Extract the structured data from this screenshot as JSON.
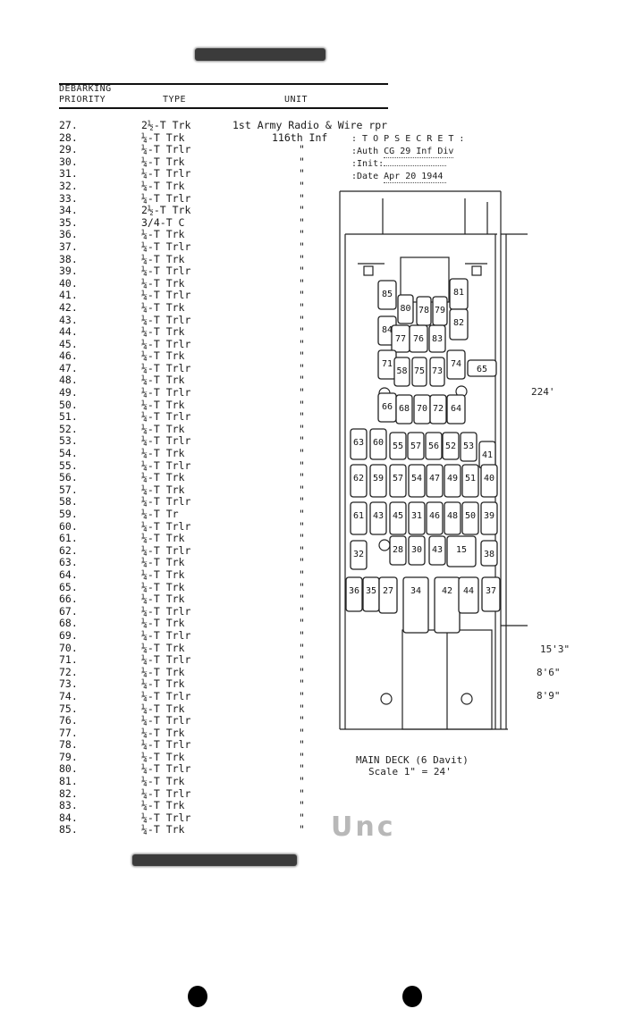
{
  "header": {
    "classification_redacted": "T O P  S E C R E T",
    "col_priority_line1": "DEBARKING",
    "col_priority_line2": "PRIORITY",
    "col_type": "TYPE",
    "col_unit": "UNIT"
  },
  "rows": [
    {
      "pri": "27.",
      "type": "2½-T Trk",
      "unit": "1st Army Radio & Wire rpr"
    },
    {
      "pri": "28.",
      "type": "¼-T Trk",
      "unit": "116th Inf"
    },
    {
      "pri": "29.",
      "type": "¼-T Trlr",
      "unit": "\""
    },
    {
      "pri": "30.",
      "type": "¼-T Trk",
      "unit": "\""
    },
    {
      "pri": "31.",
      "type": "¼-T Trlr",
      "unit": "\""
    },
    {
      "pri": "32.",
      "type": "¼-T Trk",
      "unit": "\""
    },
    {
      "pri": "33.",
      "type": "¼-T Trlr",
      "unit": "\""
    },
    {
      "pri": "34.",
      "type": "2½-T Trk",
      "unit": "\""
    },
    {
      "pri": "35.",
      "type": "3/4-T C",
      "unit": "\""
    },
    {
      "pri": "36.",
      "type": "¼-T Trk",
      "unit": "\""
    },
    {
      "pri": "37.",
      "type": "¼-T Trlr",
      "unit": "\""
    },
    {
      "pri": "38.",
      "type": "¼-T Trk",
      "unit": "\""
    },
    {
      "pri": "39.",
      "type": "¼-T Trlr",
      "unit": "\""
    },
    {
      "pri": "40.",
      "type": "¼-T Trk",
      "unit": "\""
    },
    {
      "pri": "41.",
      "type": "¼-T Trlr",
      "unit": "\""
    },
    {
      "pri": "42.",
      "type": "¼-T Trk",
      "unit": "\""
    },
    {
      "pri": "43.",
      "type": "¼-T Trlr",
      "unit": "\""
    },
    {
      "pri": "44.",
      "type": "¼-T Trk",
      "unit": "\""
    },
    {
      "pri": "45.",
      "type": "¼-T Trlr",
      "unit": "\""
    },
    {
      "pri": "46.",
      "type": "¼-T Trk",
      "unit": "\""
    },
    {
      "pri": "47.",
      "type": "¼-T Trlr",
      "unit": "\""
    },
    {
      "pri": "48.",
      "type": "¼-T Trk",
      "unit": "\""
    },
    {
      "pri": "49.",
      "type": "¼-T Trlr",
      "unit": "\""
    },
    {
      "pri": "50.",
      "type": "¼-T Trk",
      "unit": "\""
    },
    {
      "pri": "51.",
      "type": "¼-T Trlr",
      "unit": "\""
    },
    {
      "pri": "52.",
      "type": "¼-T Trk",
      "unit": "\""
    },
    {
      "pri": "53.",
      "type": "¼-T Trlr",
      "unit": "\""
    },
    {
      "pri": "54.",
      "type": "¼-T Trk",
      "unit": "\""
    },
    {
      "pri": "55.",
      "type": "¼-T Trlr",
      "unit": "\""
    },
    {
      "pri": "56.",
      "type": "¼-T Trk",
      "unit": "\""
    },
    {
      "pri": "57.",
      "type": "¼-T Trk",
      "unit": "\""
    },
    {
      "pri": "58.",
      "type": "¼-T Trlr",
      "unit": "\""
    },
    {
      "pri": "59.",
      "type": "¼-T Tr",
      "unit": "\""
    },
    {
      "pri": "60.",
      "type": "¼-T Trlr",
      "unit": "\""
    },
    {
      "pri": "61.",
      "type": "¼-T Trk",
      "unit": "\""
    },
    {
      "pri": "62.",
      "type": "¼-T Trlr",
      "unit": "\""
    },
    {
      "pri": "63.",
      "type": "¼-T Trk",
      "unit": "\""
    },
    {
      "pri": "64.",
      "type": "¼-T Trk",
      "unit": "\""
    },
    {
      "pri": "65.",
      "type": "¼-T Trk",
      "unit": "\""
    },
    {
      "pri": "66.",
      "type": "¼-T Trk",
      "unit": "\""
    },
    {
      "pri": "67.",
      "type": "¼-T Trlr",
      "unit": "\""
    },
    {
      "pri": "68.",
      "type": "¼-T Trk",
      "unit": "\""
    },
    {
      "pri": "69.",
      "type": "¼-T Trlr",
      "unit": "\""
    },
    {
      "pri": "70.",
      "type": "¼-T Trk",
      "unit": "\""
    },
    {
      "pri": "71.",
      "type": "¼-T Trlr",
      "unit": "\""
    },
    {
      "pri": "72.",
      "type": "¼-T Trk",
      "unit": "\""
    },
    {
      "pri": "73.",
      "type": "¼-T Trk",
      "unit": "\""
    },
    {
      "pri": "74.",
      "type": "¼-T Trlr",
      "unit": "\""
    },
    {
      "pri": "75.",
      "type": "¼-T Trk",
      "unit": "\""
    },
    {
      "pri": "76.",
      "type": "¼-T Trlr",
      "unit": "\""
    },
    {
      "pri": "77.",
      "type": "¼-T Trk",
      "unit": "\""
    },
    {
      "pri": "78.",
      "type": "¼-T Trlr",
      "unit": "\""
    },
    {
      "pri": "79.",
      "type": "¼-T Trk",
      "unit": "\""
    },
    {
      "pri": "80.",
      "type": "¼-T Trlr",
      "unit": "\""
    },
    {
      "pri": "81.",
      "type": "¼-T Trk",
      "unit": "\""
    },
    {
      "pri": "82.",
      "type": "¼-T Trlr",
      "unit": "\""
    },
    {
      "pri": "83.",
      "type": "¼-T Trk",
      "unit": "\""
    },
    {
      "pri": "84.",
      "type": "¼-T Trlr",
      "unit": "\""
    },
    {
      "pri": "85.",
      "type": "¼-T Trk",
      "unit": "\""
    }
  ],
  "stamp": {
    "title": ": T O P  S E C R E T :",
    "auth_label": ":Auth",
    "auth_value": "CG 29 Inf Div",
    "init_label": ":Init:",
    "init_value": "",
    "date_label": ":Date",
    "date_value": "Apr 20 1944"
  },
  "deck": {
    "caption": "MAIN DECK (6 Davit)",
    "scale": "Scale 1\" = 24'",
    "dim_total": "224'",
    "dim_a": "15'3\"",
    "dim_b": "8'6\"",
    "dim_c": "8'9\"",
    "vehicles": [
      "85",
      "80",
      "78",
      "79",
      "81",
      "84",
      "82",
      "77",
      "76",
      "83",
      "71",
      "58",
      "75",
      "73",
      "74",
      "65",
      "66",
      "68",
      "70",
      "72",
      "64",
      "63",
      "60",
      "55",
      "57",
      "56",
      "52",
      "53",
      "41",
      "62",
      "59",
      "57",
      "54",
      "47",
      "49",
      "51",
      "40",
      "61",
      "43",
      "45",
      "31",
      "46",
      "48",
      "50",
      "39",
      "32",
      "28",
      "30",
      "43",
      "15",
      "38",
      "36",
      "35",
      "27",
      "34",
      "42",
      "44",
      "37"
    ]
  },
  "footer": {
    "unclassified_stamp": "Unc"
  }
}
